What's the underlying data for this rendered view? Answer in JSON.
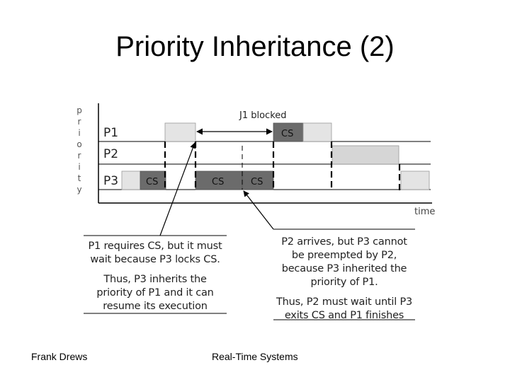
{
  "slide": {
    "title": "Priority Inheritance (2)"
  },
  "diagram": {
    "y_axis_label": "priority",
    "x_axis_label": "time",
    "rows": [
      "P1",
      "P2",
      "P3"
    ],
    "blocked_label": "J1 blocked",
    "cs_label": "CS",
    "colors": {
      "light_bar": "#e4e4e4",
      "p2_bar": "#d6d6d6",
      "dark_bar": "#6b6b6b",
      "line": "#000000"
    }
  },
  "captions": {
    "left": {
      "line1": "P1 requires CS, but it must",
      "line2": "wait because P3 locks CS.",
      "line3": "Thus, P3 inherits the",
      "line4": "priority of P1 and it can",
      "line5": "resume its execution"
    },
    "right": {
      "line1": "P2 arrives, but P3 cannot",
      "line2": "be preempted by P2,",
      "line3": "because P3 inherited the",
      "line4": "priority of P1.",
      "line5": "Thus, P2 must wait until P3",
      "line6": "exits CS and P1 finishes"
    }
  },
  "footer": {
    "left": "Frank Drews",
    "center": "Real-Time Systems"
  }
}
